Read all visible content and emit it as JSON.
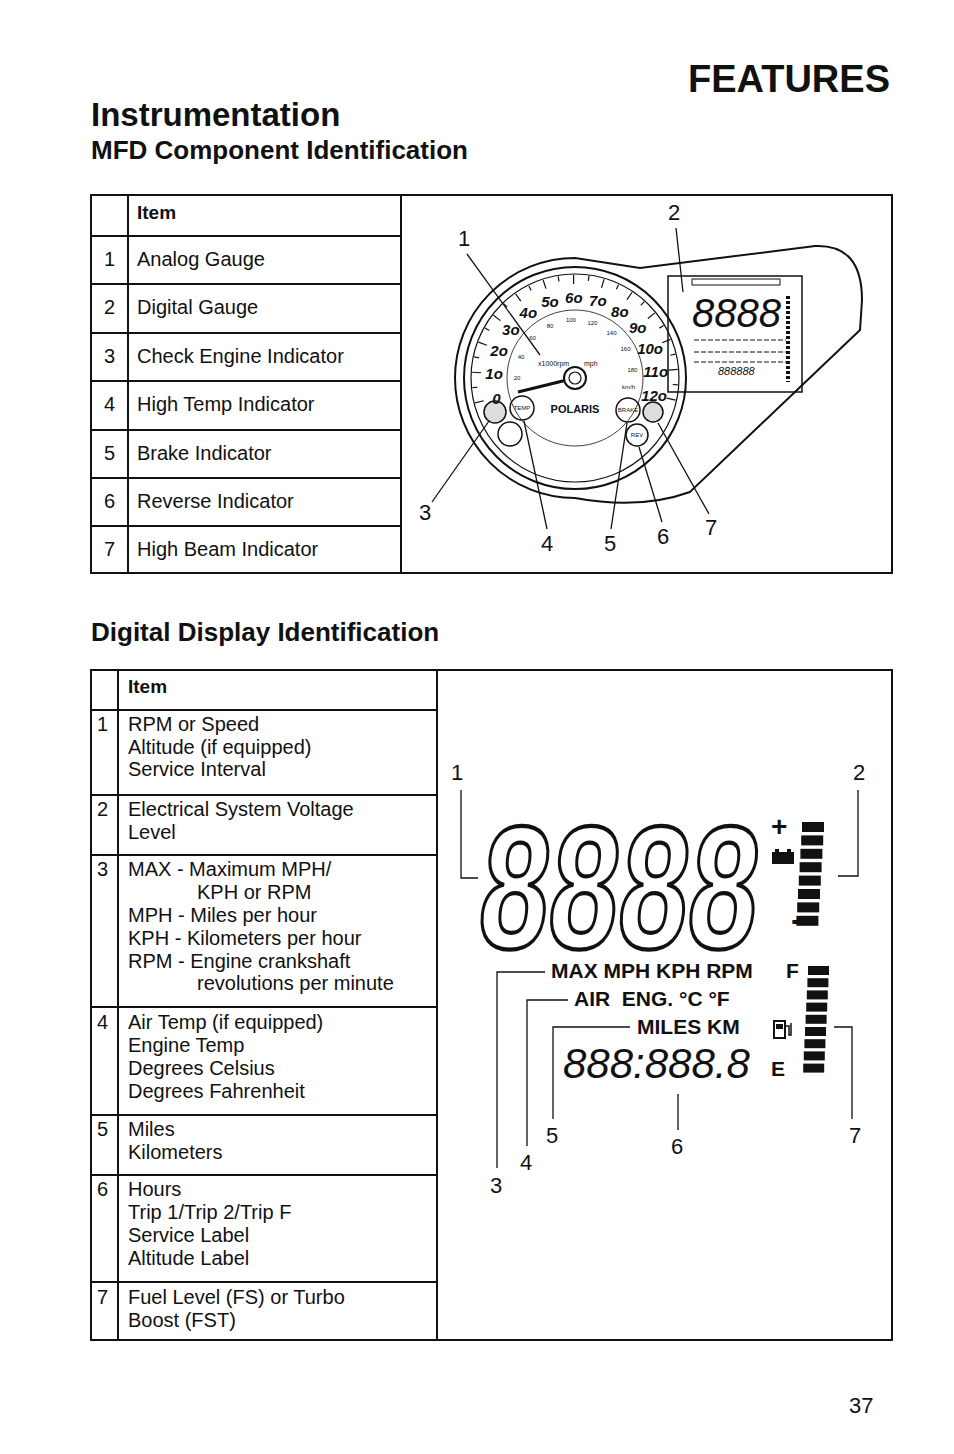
{
  "diagram": {
    "title": "FEATURES",
    "labels": [
      "Instrumentation",
      "MFD Component Identification",
      "Item",
      "1",
      "Analog Gauge",
      "2",
      "Digital Gauge",
      "3",
      "Check Engine Indicator",
      "4",
      "High Temp Indicator",
      "5",
      "Brake Indicator",
      "6",
      "Reverse Indicator",
      "7",
      "High Beam Indicator",
      "1",
      "2",
      "3",
      "4",
      "5",
      "6",
      "7",
      "0",
      "1o",
      "2o",
      "3o",
      "4o",
      "5o",
      "6o",
      "7o",
      "8o",
      "9o",
      "10o",
      "11o",
      "12o",
      "20",
      "40",
      "60",
      "80",
      "100",
      "120",
      "140",
      "160",
      "180",
      "x1000rpm",
      "mph",
      "km/h",
      "POLARIS",
      "TEMP",
      "BRAKE",
      "REV",
      "8888",
      "888888",
      "Digital Display Identification",
      "Item",
      "1",
      "RPM or Speed",
      "Altitude (if equipped)",
      "Service Interval",
      "2",
      "Electrical System Voltage",
      "Level",
      "3",
      "MAX - Maximum MPH/",
      "KPH or RPM",
      "MPH - Miles per hour",
      "KPH - Kilometers per hour",
      "RPM - Engine crankshaft",
      "revolutions per minute",
      "4",
      "Air Temp (if equipped)",
      "Engine Temp",
      "Degrees Celsius",
      "Degrees Fahrenheit",
      "5",
      "Miles",
      "Kilometers",
      "6",
      "Hours",
      "Trip 1/Trip 2/Trip F",
      "Service Label",
      "Altitude Label",
      "7",
      "Fuel Level (FS) or Turbo",
      "Boost (FST)",
      "8888",
      "+",
      "-",
      "MAX MPH KPH RPM",
      "F",
      "AIR  ENG. °C °F",
      "MILES KM",
      "888:888.8",
      "E",
      "1",
      "2",
      "3",
      "4",
      "5",
      "6",
      "7",
      "37"
    ]
  }
}
